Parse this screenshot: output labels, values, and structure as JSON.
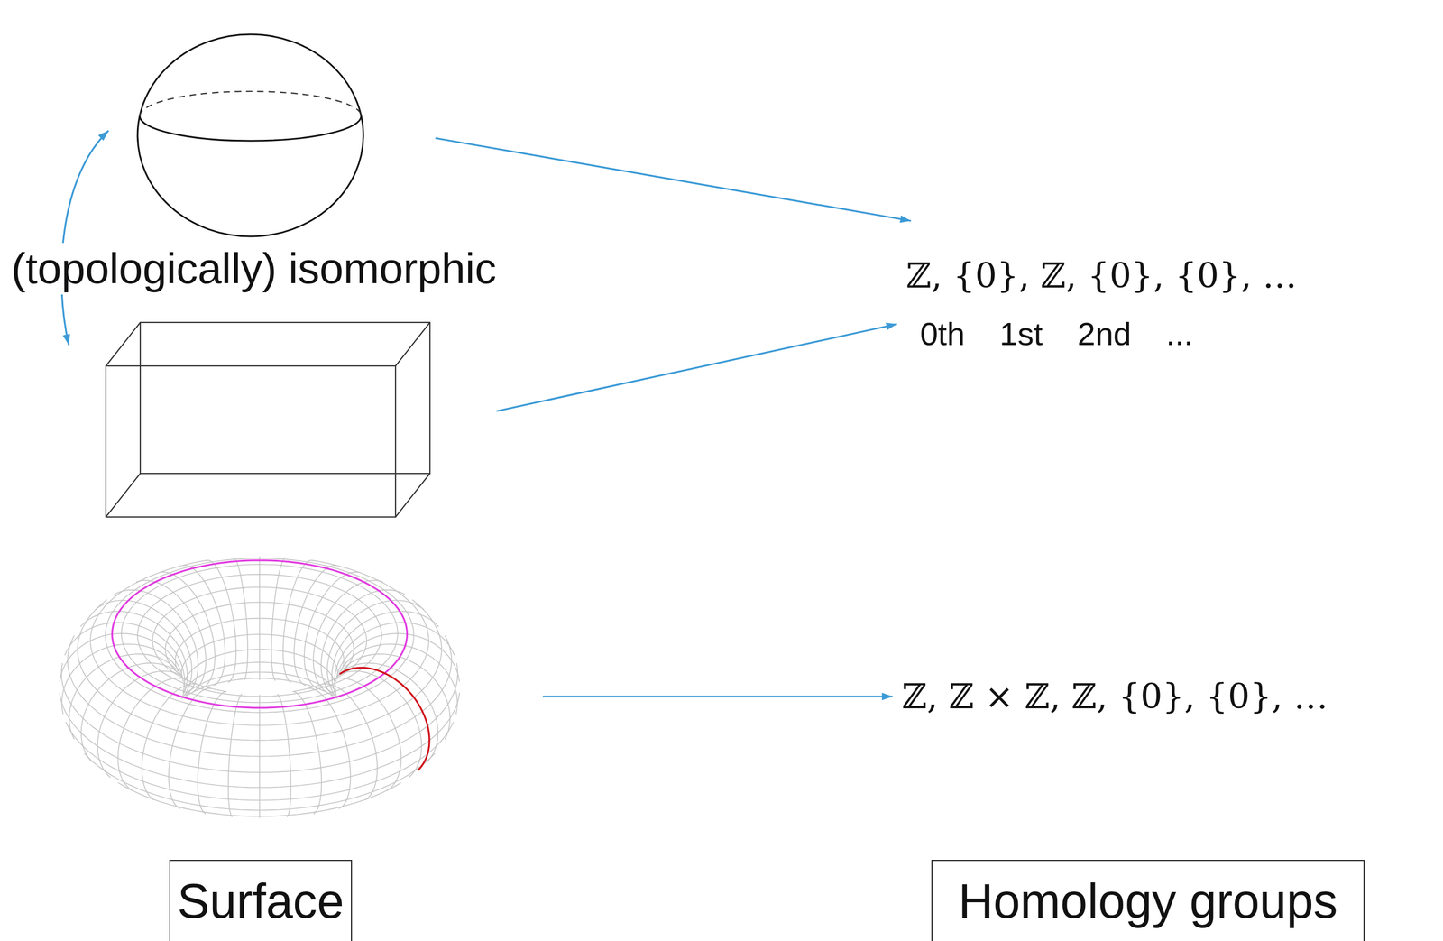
{
  "diagram": {
    "nodes": [
      {
        "text": [
          "Surface"
        ]
      },
      {
        "text": [
          "Homology groups"
        ]
      }
    ],
    "labels": [
      "(topologically) isomorphic",
      "ℤ, {0}, ℤ, {0}, {0}, …",
      "0th 1st 2nd ...",
      "ℤ, ℤ × ℤ, ℤ, {0}, {0}, …"
    ]
  }
}
